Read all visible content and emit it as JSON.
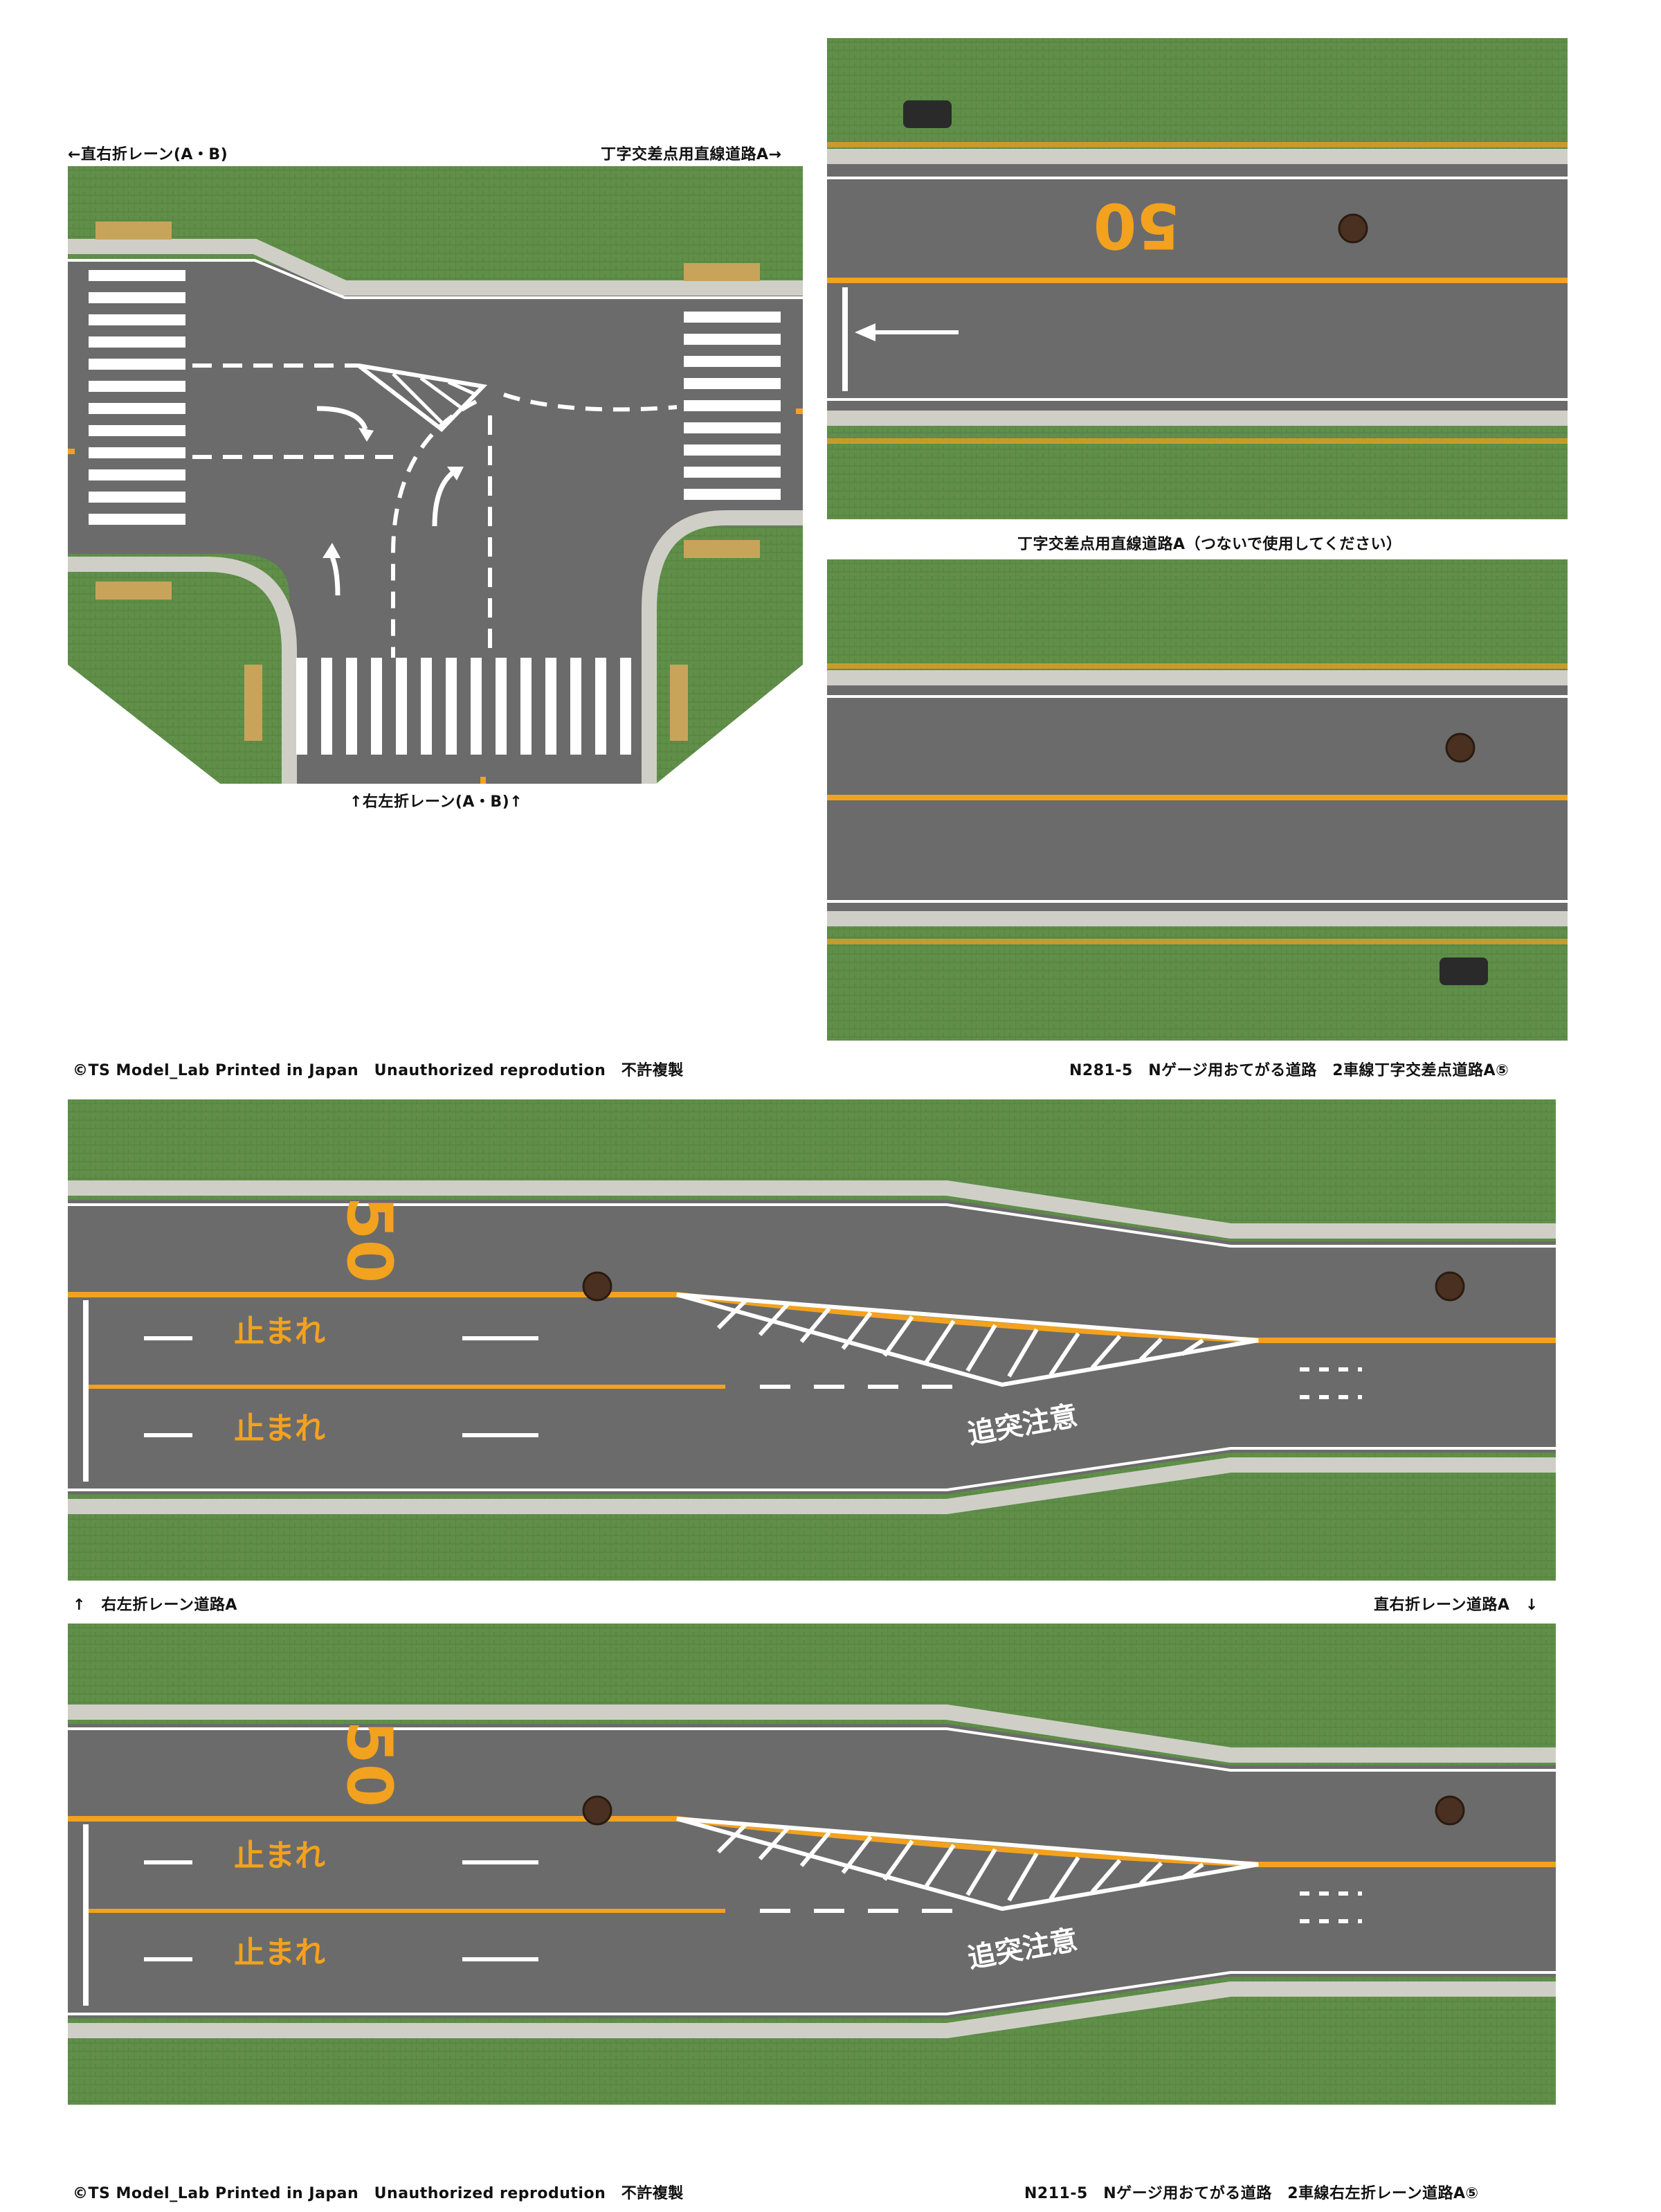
{
  "labels": {
    "tjunction_left": "←直右折レーン(A・B)",
    "tjunction_right": "丁字交差点用直線道路A→",
    "tjunction_bottom": "↑右左折レーン(A・B)↑",
    "straight_caption": "丁字交差点用直線道路A（つないで使用してください）",
    "copyright_top": "©TS Model_Lab Printed in Japan　Unauthorized reprodution　不許複製",
    "product_top": "N281-5　Nゲージ用おてがる道路　2車線丁字交差点道路A⑤",
    "mid_left": "↑　右左折レーン道路A",
    "mid_right": "直右折レーン道路A　↓",
    "copyright_bottom": "©TS Model_Lab Printed in Japan　Unauthorized reprodution　不許複製",
    "product_bottom": "N211-5　Nゲージ用おてがる道路　2車線右左折レーン道路A⑤"
  },
  "road_text": {
    "speed_limit": "50",
    "stop_mark": "止まれ",
    "caution": "追突注意"
  },
  "colors": {
    "grass": "#5f8f48",
    "asphalt": "#6b6b6b",
    "curb": "#cfcfc8",
    "yellow_line": "#f2a21e",
    "white_line": "#ffffff",
    "tactile": "#c8a45a"
  }
}
